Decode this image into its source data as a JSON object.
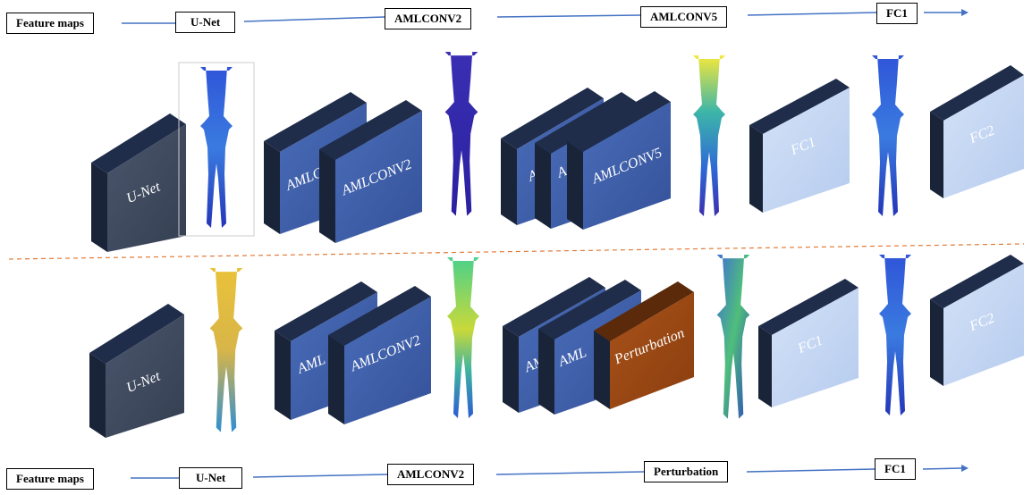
{
  "top_timeline": {
    "labels": [
      "Feature maps",
      "U-Net",
      "AMLCONV2",
      "AMLCONV5",
      "FC1"
    ]
  },
  "bottom_timeline": {
    "labels": [
      "Feature maps",
      "U-Net",
      "AMLCONV2",
      "Perturbation",
      "FC1"
    ]
  },
  "top_row": {
    "blocks": {
      "unet": "U-Net",
      "aml2_back": "AMLC",
      "aml2_front": "AMLCONV2",
      "aml5_back1": "AI",
      "aml5_back2": "A",
      "aml5_front": "AMLCONV5",
      "fc1": "FC1",
      "fc2": "FC2"
    }
  },
  "bottom_row": {
    "blocks": {
      "unet": "U-Net",
      "aml2_back": "AML",
      "aml2_front": "AMLCONV2",
      "aml5_back1": "AM",
      "aml5_back2": "AML",
      "perturb": "Perturbation",
      "fc1": "FC1",
      "fc2": "FC2"
    }
  },
  "colors": {
    "timeline_line": "#4472c4",
    "divider": "#e07b39",
    "block_dark": "#3f4e66",
    "block_blue": "#3c5ea6",
    "block_light": "#c4d7f2",
    "block_orange": "#9c4a14"
  }
}
